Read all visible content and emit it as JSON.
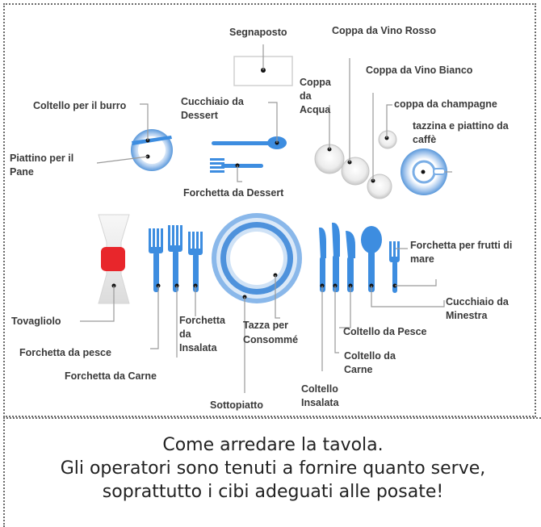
{
  "labels": {
    "segnaposto": "Segnaposto",
    "coppa_vino_rosso": "Coppa da Vino Rosso",
    "coppa_vino_bianco": "Coppa da Vino Bianco",
    "coppa_acqua_1": "Coppa",
    "coppa_acqua_2": "da",
    "coppa_acqua_3": "Acqua",
    "coppa_champagne": "coppa da champagne",
    "tazzina_1": "tazzina e piattino da",
    "tazzina_2": "caffè",
    "coltello_burro": "Coltello per il burro",
    "cucchiaio_dessert_1": "Cucchiaio da",
    "cucchiaio_dessert_2": "Dessert",
    "piattino_pane_1": "Piattino per il",
    "piattino_pane_2": "Pane",
    "forchetta_dessert": "Forchetta da Dessert",
    "forchetta_frutti_1": "Forchetta per frutti di",
    "forchetta_frutti_2": "mare",
    "cucchiaio_minestra_1": "Cucchiaio da",
    "cucchiaio_minestra_2": "Minestra",
    "tovagliolo": "Tovagliolo",
    "forchetta_insalata_1": "Forchetta",
    "forchetta_insalata_2": "da",
    "forchetta_insalata_3": "Insalata",
    "tazza_1": "Tazza per",
    "tazza_2": "Consommé",
    "coltello_pesce": "Coltello da Pesce",
    "forchetta_pesce": "Forchetta da pesce",
    "coltello_carne_1": "Coltello da",
    "coltello_carne_2": "Carne",
    "forchetta_carne": "Forchetta da Carne",
    "coltello_insalata_1": "Coltello",
    "coltello_insalata_2": "Insalata",
    "sottopiatto": "Sottopiatto"
  },
  "caption": {
    "line1": "Come arredare la tavola.",
    "line2": "Gli operatori sono tenuti a fornire quanto serve,",
    "line3": "soprattutto i cibi adeguati alle posate!"
  },
  "colors": {
    "utensil": "#3d8de0",
    "napkin_accent": "#e8262b",
    "leader_line": "#9a9a9a"
  }
}
